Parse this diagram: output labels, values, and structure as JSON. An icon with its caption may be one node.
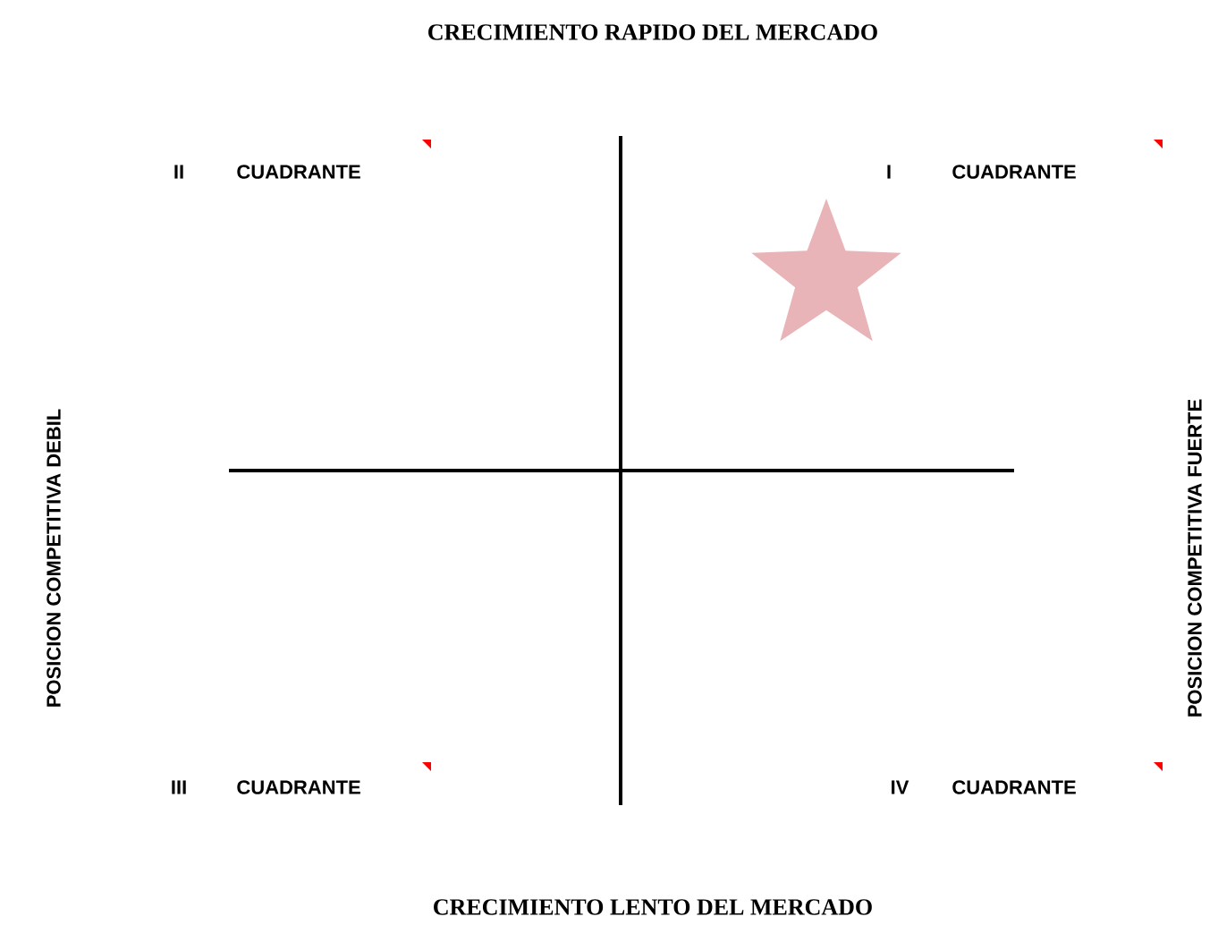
{
  "diagram": {
    "title": "CRECIMIENTO RAPIDO DEL MERCADO",
    "labels": [
      "II",
      "CUADRANTE",
      "I",
      "CUADRANTE",
      "POSICION COMPETITIVA DEBIL",
      "POSICION COMPETITIVA FUERTE",
      "III",
      "CUADRANTE",
      "IV",
      "CUADRANTE",
      "CRECIMIENTO LENTO DEL MERCADO"
    ]
  }
}
